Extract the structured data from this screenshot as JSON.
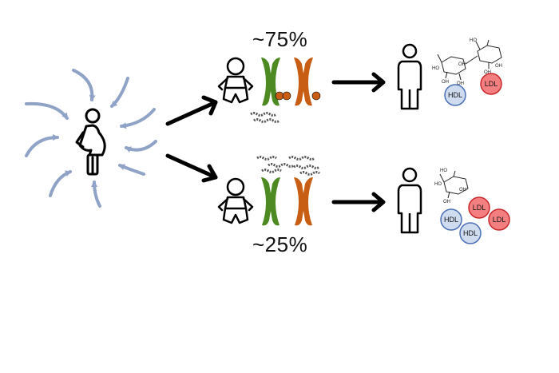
{
  "top_branch": {
    "percent": "~75%"
  },
  "bottom_branch": {
    "percent": "~25%"
  },
  "lipoproteins": {
    "hdl": "HDL",
    "ldl": "LDL",
    "hdl_color": "#cfdcf0",
    "ldl_color": "#f47f80"
  },
  "sugar_labels": {
    "oh": "OH",
    "ho": "HO"
  },
  "colors": {
    "arrow_blue": "#8fa3c7",
    "chrom_green": "#4e8a22",
    "chrom_orange": "#c85e14",
    "dna_grey": "#555555",
    "black": "#000000"
  },
  "icons": [
    "pregnant-woman-icon",
    "baby-icon",
    "chromosome-icon",
    "adult-person-icon",
    "glucose-molecule-icon",
    "dna-strand-icon"
  ]
}
